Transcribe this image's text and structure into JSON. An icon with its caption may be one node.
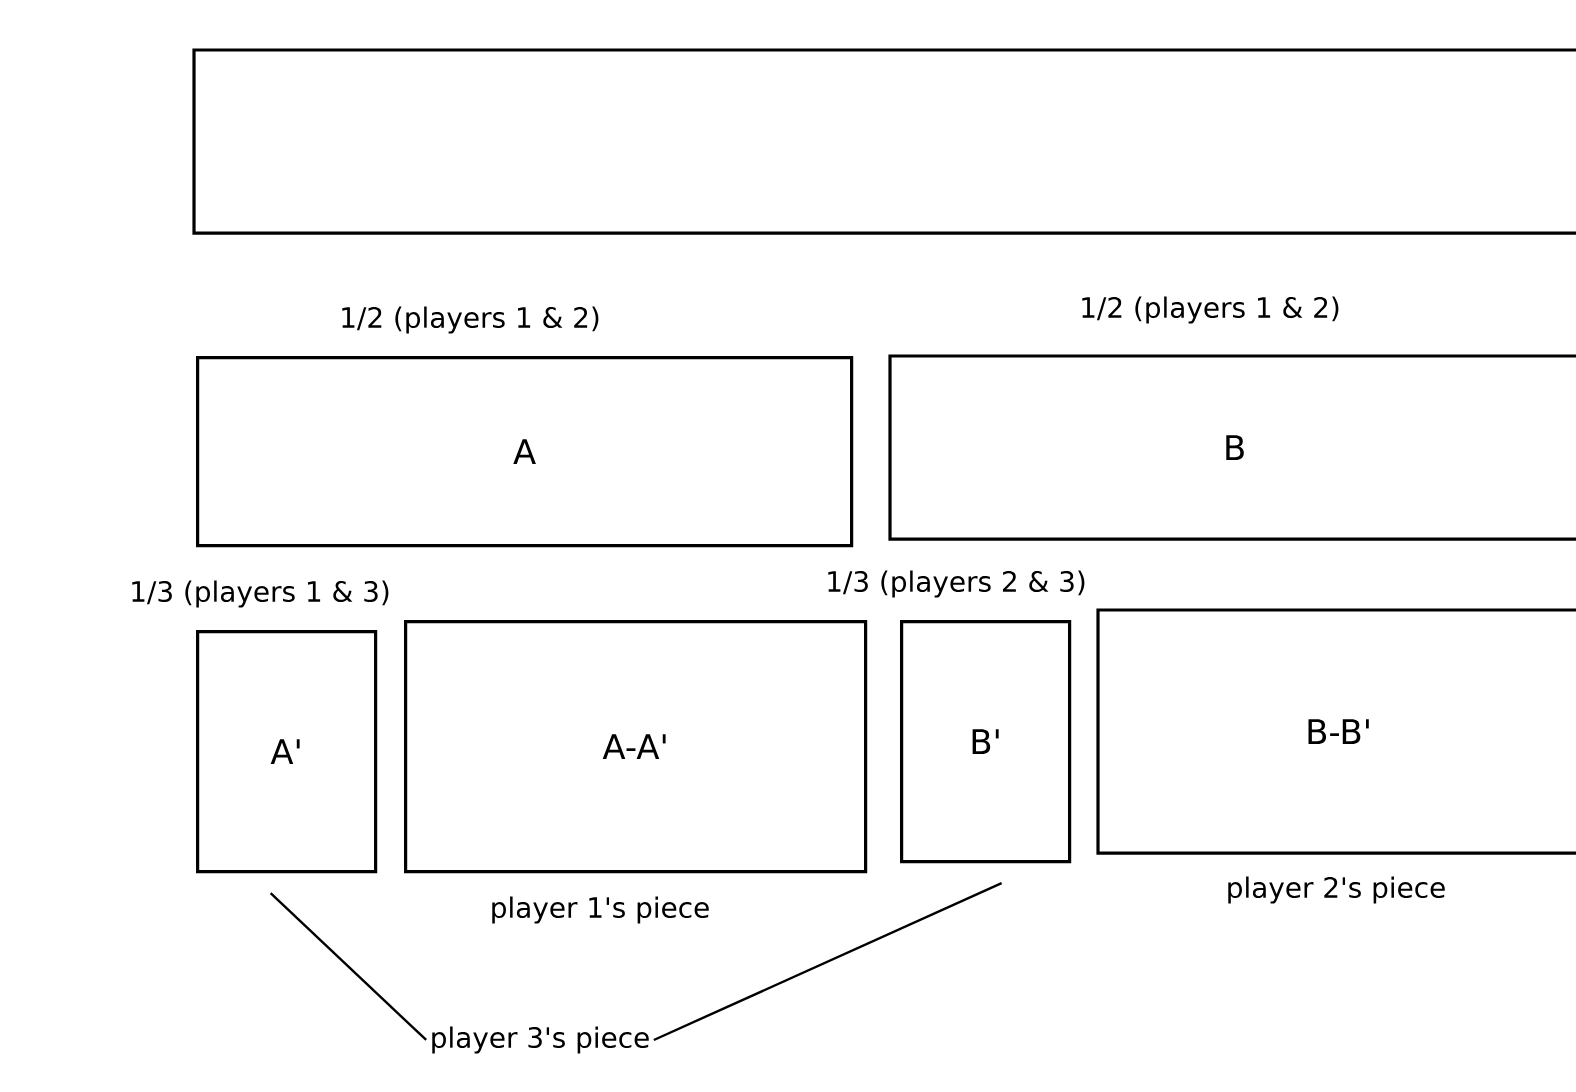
{
  "diagram": {
    "nodes": [
      {
        "text": [],
        "shape": "box"
      },
      {
        "text": [
          "A"
        ],
        "beside": [
          "1/2 (players 1 & 2)"
        ]
      },
      {
        "text": [
          "B"
        ],
        "beside": [
          "1/2 (players 1 & 2)"
        ]
      },
      {
        "text": [
          "A'"
        ],
        "beside": [
          "1/3 (players 1 & 3)"
        ]
      },
      {
        "text": [
          "A-A'"
        ],
        "beside": [
          "player 1's piece"
        ]
      },
      {
        "text": [
          "B'"
        ],
        "beside": [
          "1/3 (players 2 & 3)"
        ]
      },
      {
        "text": [
          "B-B'"
        ],
        "beside": [
          "player 2's piece"
        ]
      },
      {
        "text": [
          "player 3's piece"
        ]
      }
    ],
    "edges": [
      {
        "from": 7,
        "to": 3,
        "arrow": "none"
      },
      {
        "from": 7,
        "to": 5,
        "arrow": "none"
      }
    ]
  }
}
